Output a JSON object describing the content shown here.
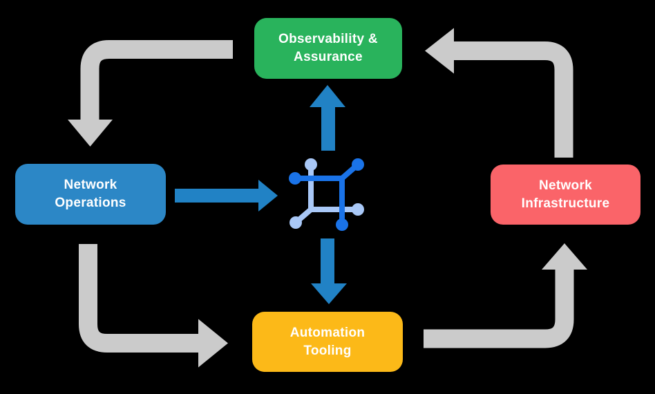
{
  "diagram": {
    "background": "#000000",
    "colors": {
      "gray_arrow": "#cbcbcb",
      "blue_arrow": "#2182c5",
      "icon_dark_blue": "#1a73e8",
      "icon_light_blue": "#a9c8f7",
      "label_text": "#ffffff"
    },
    "nodes": {
      "observability": {
        "label": "Observability &\nAssurance",
        "color": "#29b35c"
      },
      "operations": {
        "label": "Network\nOperations",
        "color": "#2c87c6"
      },
      "infrastructure": {
        "label": "Network\nInfrastructure",
        "color": "#fa6469"
      },
      "tooling": {
        "label": "Automation\nTooling",
        "color": "#fcb918"
      }
    },
    "center_icon": {
      "name": "connected-network-icon"
    },
    "flows": [
      {
        "from": "Observability & Assurance",
        "to": "Network Operations",
        "style": "gray"
      },
      {
        "from": "Network Operations",
        "to": "Automation Tooling",
        "style": "gray"
      },
      {
        "from": "Automation Tooling",
        "to": "Network Infrastructure",
        "style": "gray"
      },
      {
        "from": "Network Infrastructure",
        "to": "Observability & Assurance",
        "style": "gray"
      },
      {
        "from": "Network Operations",
        "to": "connected-network-icon",
        "style": "blue"
      },
      {
        "from": "connected-network-icon",
        "to": "Observability & Assurance",
        "style": "blue"
      },
      {
        "from": "connected-network-icon",
        "to": "Automation Tooling",
        "style": "blue"
      }
    ]
  }
}
